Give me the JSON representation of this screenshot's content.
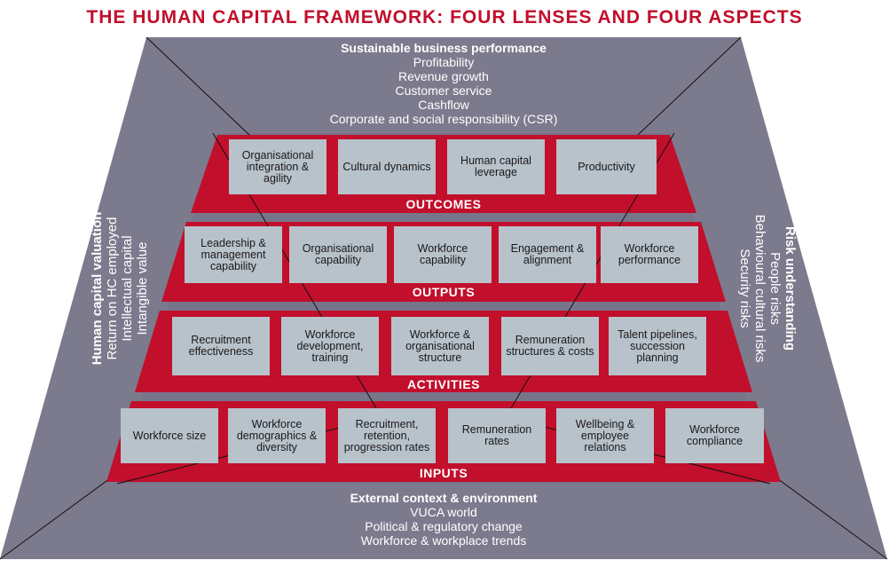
{
  "title": "THE HUMAN CAPITAL FRAMEWORK: FOUR LENSES AND FOUR ASPECTS",
  "colors": {
    "red": "#c10f2c",
    "grey": "#7c7a8d",
    "box": "#b8c2ca"
  },
  "lenses": {
    "top": {
      "heading": "Sustainable business performance",
      "items": [
        "Profitability",
        "Revenue growth",
        "Customer service",
        "Cashflow",
        "Corporate and social responsibility (CSR)"
      ]
    },
    "bottom": {
      "heading": "External context & environment",
      "items": [
        "VUCA world",
        "Political & regulatory change",
        "Workforce & workplace trends"
      ]
    },
    "left": {
      "heading": "Human capital valuation",
      "items": [
        "Return on HC employed",
        "Intellectual capital",
        "Intangible value"
      ]
    },
    "right": {
      "heading": "Risk understanding",
      "items": [
        "People risks",
        "Behavioural cultural risks",
        "Security risks"
      ]
    }
  },
  "bands": {
    "outcomes": {
      "label": "OUTCOMES",
      "boxes": [
        "Organisational integration & agility",
        "Cultural dynamics",
        "Human capital leverage",
        "Productivity"
      ]
    },
    "outputs": {
      "label": "OUTPUTS",
      "boxes": [
        "Leadership & management capability",
        "Organisational capability",
        "Workforce capability",
        "Engagement & alignment",
        "Workforce performance"
      ]
    },
    "activities": {
      "label": "ACTIVITIES",
      "boxes": [
        "Recruitment effectiveness",
        "Workforce development, training",
        "Workforce & organisational structure",
        "Remuneration structures & costs",
        "Talent pipelines, succession planning"
      ]
    },
    "inputs": {
      "label": "INPUTS",
      "boxes": [
        "Workforce size",
        "Workforce demographics & diversity",
        "Recruitment, retention, progression rates",
        "Remuneration rates",
        "Wellbeing & employee relations",
        "Workforce compliance"
      ]
    }
  }
}
